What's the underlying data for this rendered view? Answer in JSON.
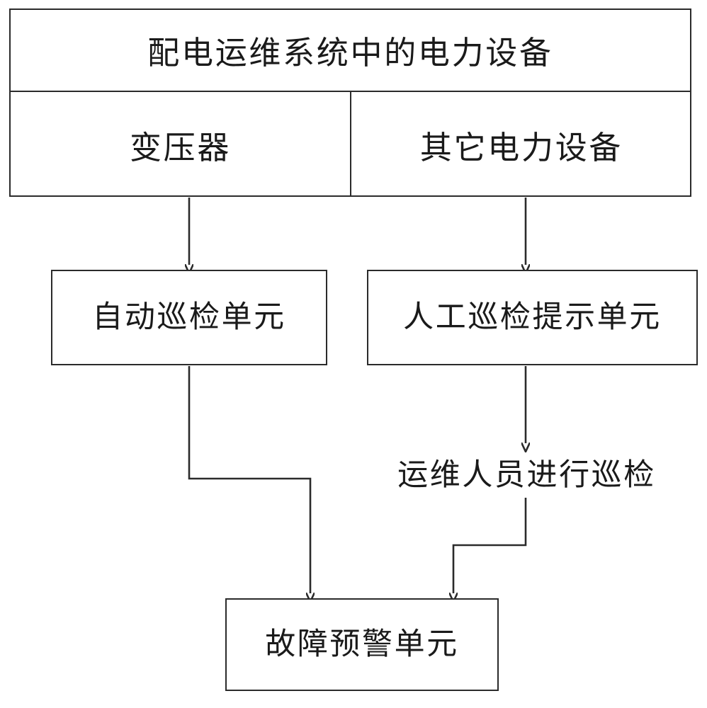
{
  "diagram": {
    "title_box": {
      "label": "配电运维系统中的电力设备"
    },
    "subdivisions": [
      {
        "id": "transformer",
        "label": "变压器"
      },
      {
        "id": "other-equipment",
        "label": "其它电力设备"
      }
    ],
    "nodes": [
      {
        "id": "auto-inspect",
        "label": "自动巡检单元"
      },
      {
        "id": "manual-prompt",
        "label": "人工巡检提示单元"
      },
      {
        "id": "personnel-inspect",
        "label": "运维人员进行巡检"
      },
      {
        "id": "fault-alarm",
        "label": "故障预警单元"
      }
    ],
    "edges": [
      {
        "from": "transformer",
        "to": "auto-inspect"
      },
      {
        "from": "other-equipment",
        "to": "manual-prompt"
      },
      {
        "from": "manual-prompt",
        "to": "personnel-inspect"
      },
      {
        "from": "auto-inspect",
        "to": "fault-alarm"
      },
      {
        "from": "personnel-inspect",
        "to": "fault-alarm"
      }
    ],
    "colors": {
      "stroke": "#2b2b2b",
      "text": "#1a1a1a",
      "background": "#ffffff"
    }
  }
}
